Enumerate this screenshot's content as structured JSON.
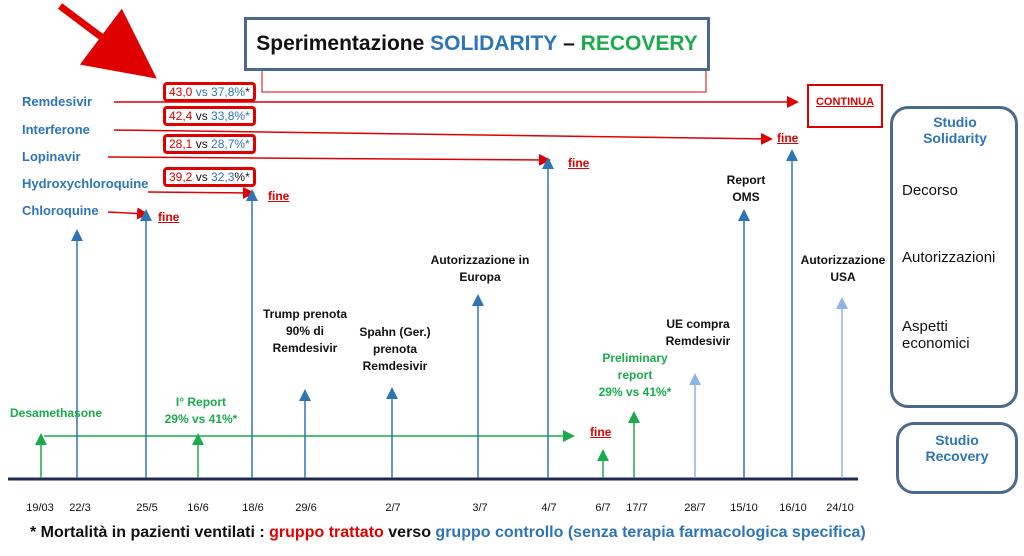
{
  "title": {
    "part1": "Sperimentazione",
    "solidarity": "SOLIDARITY",
    "dash": "–",
    "recovery": "RECOVERY"
  },
  "drugs": [
    {
      "name": "Remdesivir",
      "treated": "43,0",
      "vs": "vs",
      "control": "37,8%",
      "star": "*"
    },
    {
      "name": "Interferone",
      "treated": "42,4",
      "vs": "vs",
      "control": "33,8%*",
      "star": ""
    },
    {
      "name": "Lopinavir",
      "treated": "28,1",
      "vs": "vs",
      "control": "28,7%*",
      "star": ""
    },
    {
      "name": "Hydroxychloroquine",
      "treated": "39,2",
      "vs": "vs",
      "control": "32,3",
      "star": "%*"
    },
    {
      "name": "Chloroquine"
    }
  ],
  "fine_label": "fine",
  "continua_label": "CONTINUA",
  "events": {
    "trump": "Trump prenota 90% di Remdesivir",
    "spahn": "Spahn (Ger.) prenota Remdesivir",
    "europa": "Autorizzazione in Europa",
    "ue": "UE compra Remdesivir",
    "oms": "Report OMS",
    "usa": "Autorizzazione USA"
  },
  "green_events": {
    "desa": "Desamethasone",
    "report1_a": "I° Report",
    "report1_b": "29% vs 41%*",
    "prelim_a": "Preliminary",
    "prelim_b": "report",
    "prelim_c": "29% vs 41%*"
  },
  "dates": [
    "19/03",
    "22/3",
    "25/5",
    "16/6",
    "18/6",
    "29/6",
    "2/7",
    "3/7",
    "4/7",
    "6/7",
    "17/7",
    "28/7",
    "15/10",
    "16/10",
    "24/10"
  ],
  "solidarity_panel": {
    "title": "Studio Solidarity",
    "items": [
      "Decorso",
      "Autorizzazioni",
      "Aspetti economici"
    ]
  },
  "recovery_panel": {
    "title": "Studio Recovery"
  },
  "footnote": {
    "prefix": "* Mortalità in pazienti ventilati :",
    "treated": "gruppo trattato",
    "mid": "verso",
    "control": "gruppo controllo (senza terapia farmacologica specifica)"
  },
  "colors": {
    "red": "#e00000",
    "blue": "#2e75b6",
    "lightblue": "#8db4e2",
    "green": "#1aab4b",
    "navy": "#1f2a52",
    "frame": "#4a6a8c"
  }
}
